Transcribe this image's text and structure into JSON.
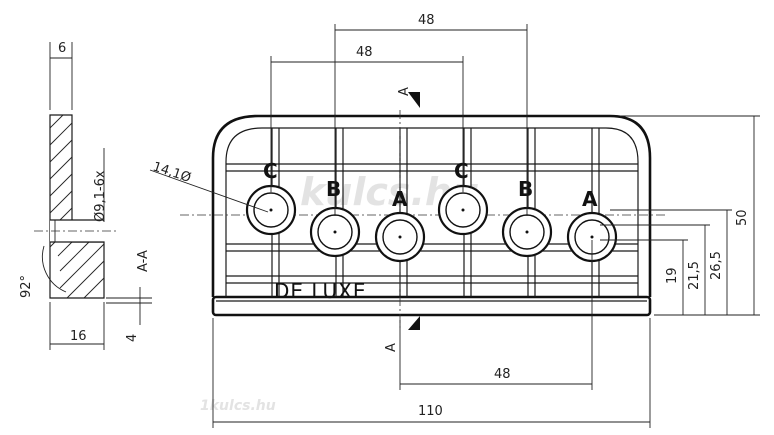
{
  "drawing": {
    "dims": {
      "top_48_a": "48",
      "top_48_b": "48",
      "bottom_48": "48",
      "overall_110": "110",
      "height_50": "50",
      "h_26_5": "26,5",
      "h_21_5": "21,5",
      "h_19": "19",
      "side_6": "6",
      "side_16": "16",
      "side_4": "4",
      "angle_92": "92°",
      "hole_dia": "Ø9,1-6x",
      "radius": "14,1",
      "radius_sym": "Ø"
    },
    "section_mark": "A",
    "section_label": "A-A",
    "hole_labels": [
      "C",
      "B",
      "A",
      "C",
      "B",
      "A"
    ],
    "brand_text": "DE LUXE",
    "watermark_main": "kulcs.hu",
    "watermark_small": "1kulcs.hu"
  }
}
